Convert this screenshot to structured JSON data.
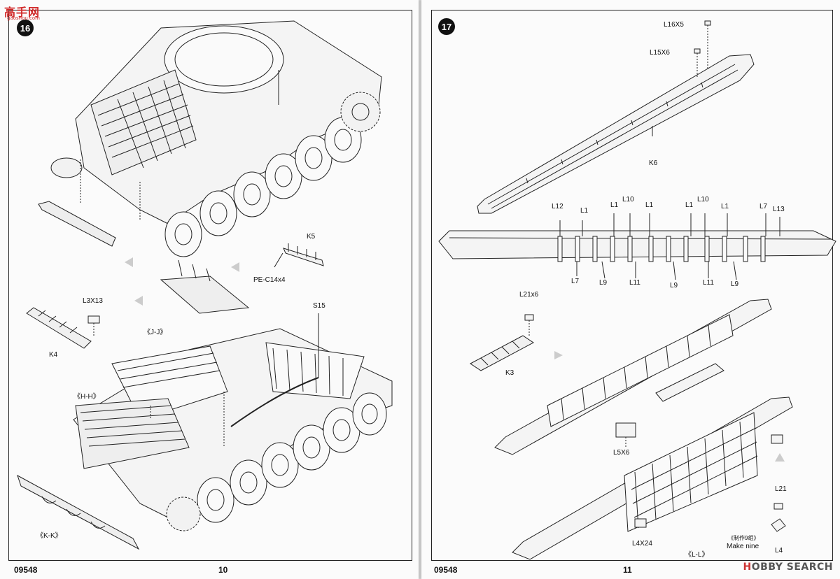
{
  "watermark": {
    "site": "高手网",
    "domain": "gaoshou.com",
    "brand_prefix": "H",
    "brand_rest": "OBBY SEARCH",
    "brand_color": "#cc3333"
  },
  "left_page": {
    "step": "16",
    "code": "09548",
    "page_number": "10",
    "labels": {
      "k5": "K5",
      "pe": "PE-C14x4",
      "l3x13": "L3X13",
      "k4": "K4",
      "s15": "S15",
      "jj": "《J-J》",
      "hh": "《H-H》",
      "kk": "《K-K》"
    }
  },
  "right_page": {
    "step": "17",
    "code": "09548",
    "page_number": "11",
    "labels": {
      "l16x5": "L16X5",
      "l15x6": "L15X6",
      "k6": "K6",
      "top_row": [
        "L12",
        "L1",
        "L1",
        "L10",
        "L1",
        "L1",
        "L10",
        "L1",
        "L7",
        "L13"
      ],
      "bottom_row": [
        "L7",
        "L9",
        "L11",
        "L9",
        "L11",
        "L9"
      ],
      "l21x6": "L21x6",
      "k3": "K3",
      "l5x6": "L5X6",
      "l21": "L21",
      "l4x24": "L4X24",
      "l4": "L4",
      "ll": "《L-L》",
      "note_cn": "《制作9组》",
      "note_en": "Make nine"
    }
  }
}
